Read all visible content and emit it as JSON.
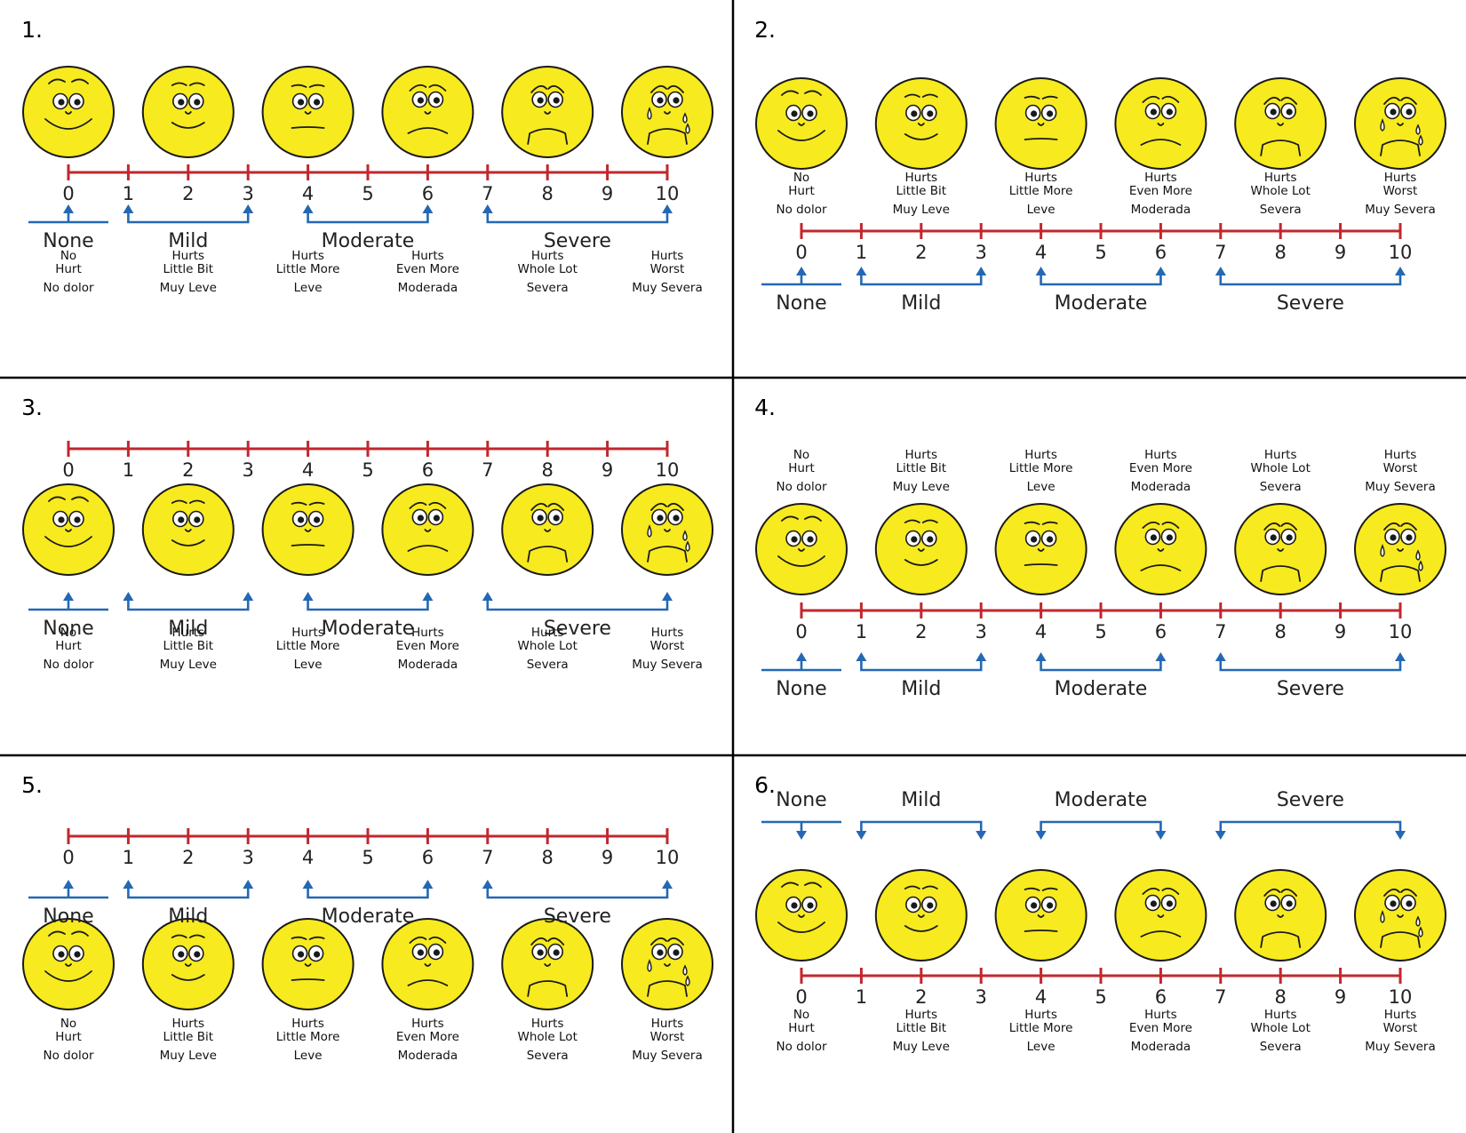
{
  "panel_labels": [
    "1.",
    "2.",
    "3.",
    "4.",
    "5.",
    "6."
  ],
  "ticks": [
    0,
    1,
    2,
    3,
    4,
    5,
    6,
    7,
    8,
    9,
    10
  ],
  "categories": [
    {
      "label": "None",
      "start": 0,
      "end": 0
    },
    {
      "label": "Mild",
      "start": 1,
      "end": 3
    },
    {
      "label": "Moderate",
      "start": 4,
      "end": 6
    },
    {
      "label": "Severe",
      "start": 7,
      "end": 10
    }
  ],
  "faces": [
    {
      "value": 0,
      "line1": "No",
      "line2": "Hurt",
      "spanish": "No dolor",
      "icon": "no-hurt-face-icon"
    },
    {
      "value": 2,
      "line1": "Hurts",
      "line2": "Little Bit",
      "spanish": "Muy Leve",
      "icon": "hurts-little-bit-face-icon"
    },
    {
      "value": 4,
      "line1": "Hurts",
      "line2": "Little More",
      "spanish": "Leve",
      "icon": "hurts-little-more-face-icon"
    },
    {
      "value": 6,
      "line1": "Hurts",
      "line2": "Even More",
      "spanish": "Moderada",
      "icon": "hurts-even-more-face-icon"
    },
    {
      "value": 8,
      "line1": "Hurts",
      "line2": "Whole Lot",
      "spanish": "Severa",
      "icon": "hurts-whole-lot-face-icon"
    },
    {
      "value": 10,
      "line1": "Hurts",
      "line2": "Worst",
      "spanish": "Muy Severa",
      "icon": "hurts-worst-face-icon"
    }
  ],
  "colors": {
    "scale_line": "#c1272d",
    "bracket": "#2468b4",
    "face_fill": "#f7ea1f",
    "outline": "#1a1a1a",
    "divider": "#000000"
  }
}
